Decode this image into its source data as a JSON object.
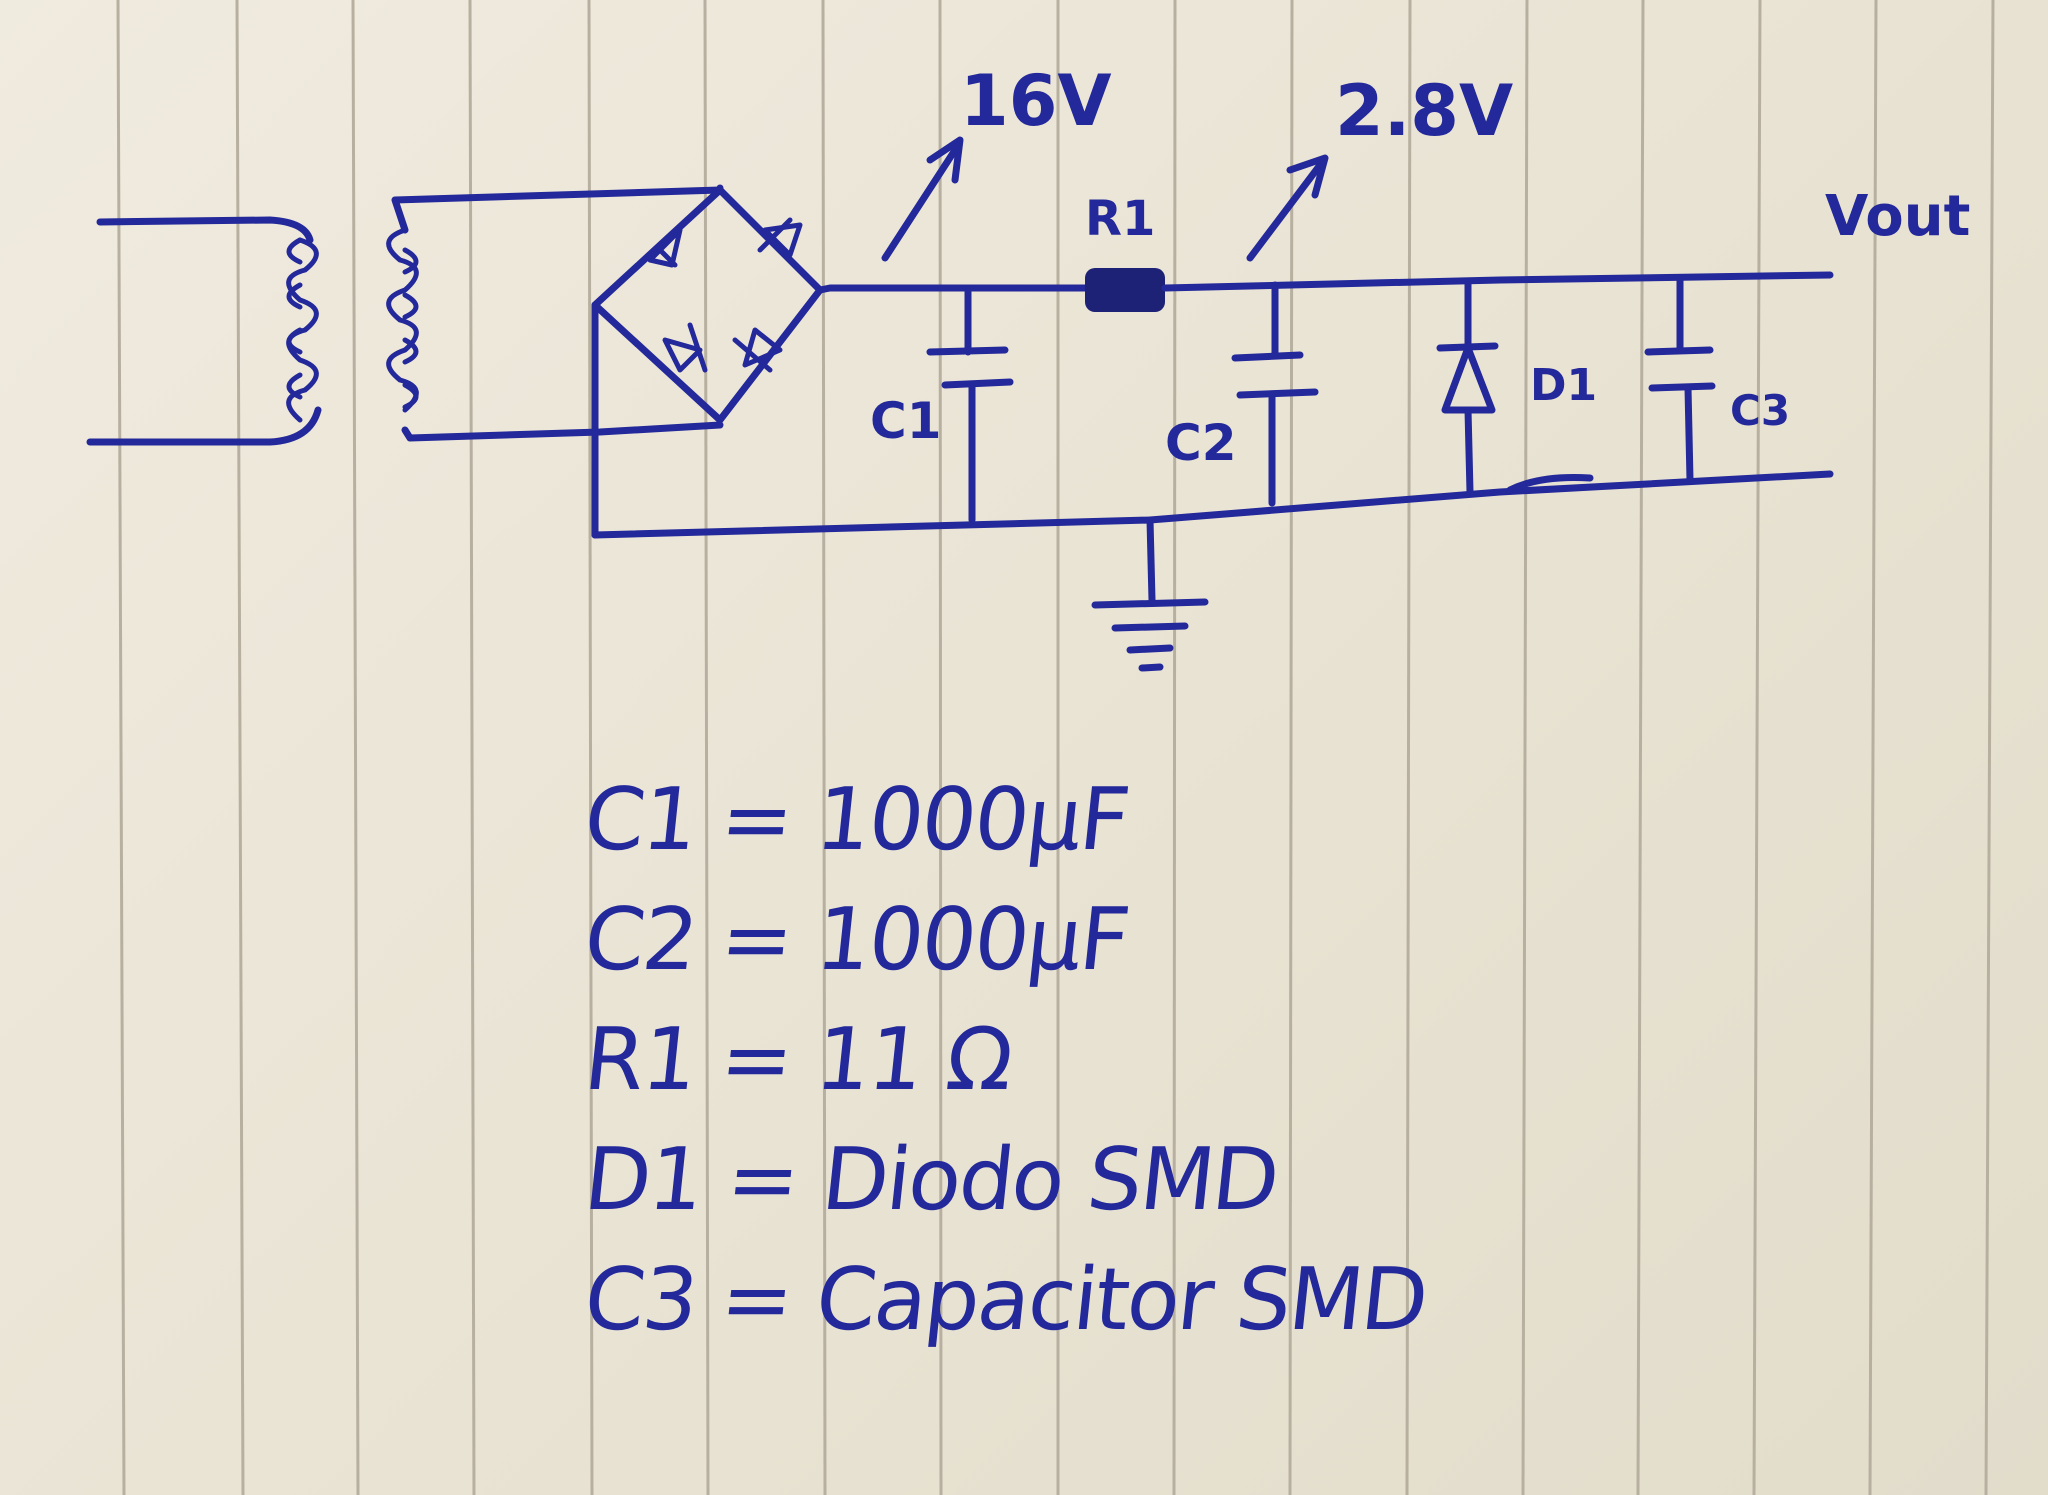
{
  "labels": {
    "voltage_after_bridge": "16V",
    "voltage_after_r1": "2.8V",
    "r1": "R1",
    "c1": "C1",
    "c2": "C2",
    "d1": "D1",
    "c3": "C3",
    "output": "Vout"
  },
  "legend": [
    {
      "text": "C1 = 1000µF"
    },
    {
      "text": "C2 = 1000µF"
    },
    {
      "text": "R1 = 11 Ω"
    },
    {
      "text": "D1 = Diodo SMD"
    },
    {
      "text": "C3 = Capacitor SMD"
    }
  ],
  "colors": {
    "ink": "#23289a",
    "paper": "#ece6d6",
    "rule": "#b9b2a1"
  }
}
